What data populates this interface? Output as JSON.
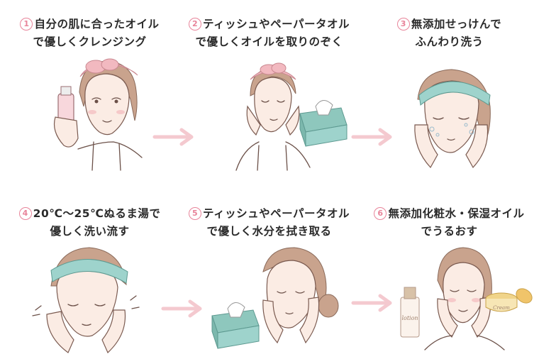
{
  "steps": [
    {
      "number": "1",
      "line1": "自分の肌に合ったオイル",
      "line2": "で優しくクレンジング"
    },
    {
      "number": "2",
      "line1": "ティッシュやペーパータオル",
      "line2": "で優しくオイルを取りのぞく"
    },
    {
      "number": "3",
      "line1": "無添加せっけんで",
      "line2": "ふんわり洗う"
    },
    {
      "number": "4",
      "line1": "20℃～25℃ぬるま湯で",
      "line2": "優しく洗い流す"
    },
    {
      "number": "5",
      "line1": "ティッシュやペーパータオル",
      "line2": "で優しく水分を拭き取る"
    },
    {
      "number": "6",
      "line1": "無添加化粧水・保湿オイル",
      "line2": "でうるおす"
    }
  ],
  "products": {
    "bottle_label": "lotion",
    "jar_label": "Cream"
  },
  "colors": {
    "accent": "#e8849a",
    "arrow": "#f4c9cf",
    "band_pink": "#f2b9c0",
    "band_teal": "#9ed3cc",
    "tissue_box": "#8ec7bd"
  }
}
